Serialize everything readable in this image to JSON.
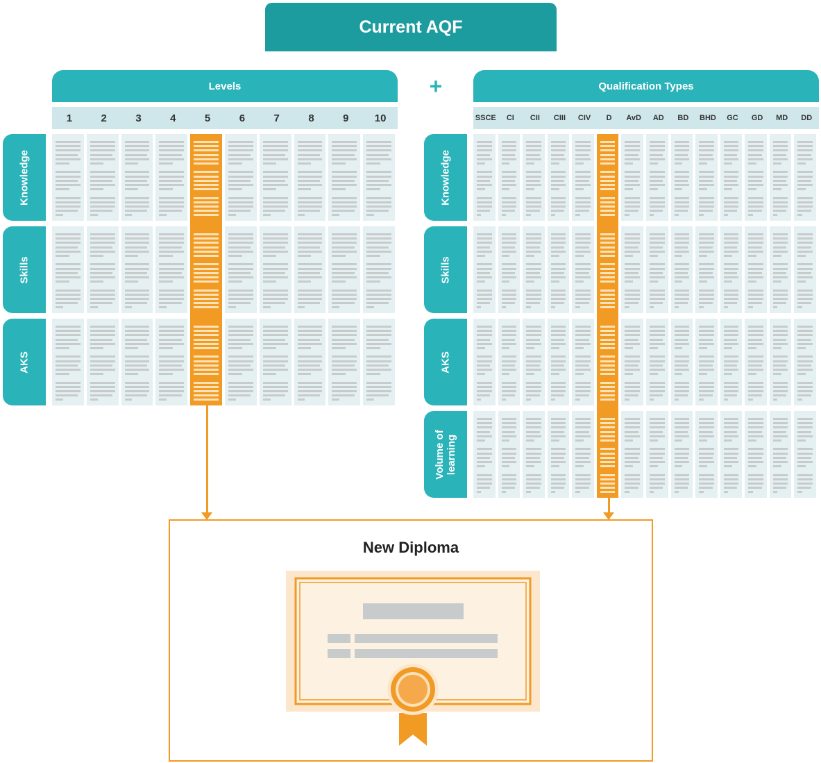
{
  "title": "Current AQF",
  "left_panel": {
    "header": "Levels",
    "columns": [
      "1",
      "2",
      "3",
      "4",
      "5",
      "6",
      "7",
      "8",
      "9",
      "10"
    ],
    "rows": [
      "Knowledge",
      "Skills",
      "AKS"
    ],
    "highlighted_column": "5"
  },
  "plus_symbol": "+",
  "right_panel": {
    "header": "Qualification Types",
    "columns": [
      "SSCE",
      "CI",
      "CII",
      "CIII",
      "CIV",
      "D",
      "AvD",
      "AD",
      "BD",
      "BHD",
      "GC",
      "GD",
      "MD",
      "DD"
    ],
    "rows": [
      "Knowledge",
      "Skills",
      "AKS",
      "Volume of learning"
    ],
    "highlighted_column": "D"
  },
  "result": {
    "title": "New Diploma",
    "icon": "certificate-icon"
  },
  "colors": {
    "teal_dark": "#1d9c9f",
    "teal": "#2ab3b9",
    "orange": "#f19a24",
    "cell_bg": "#e4f0f2",
    "header_bg": "#cfe7ea"
  }
}
